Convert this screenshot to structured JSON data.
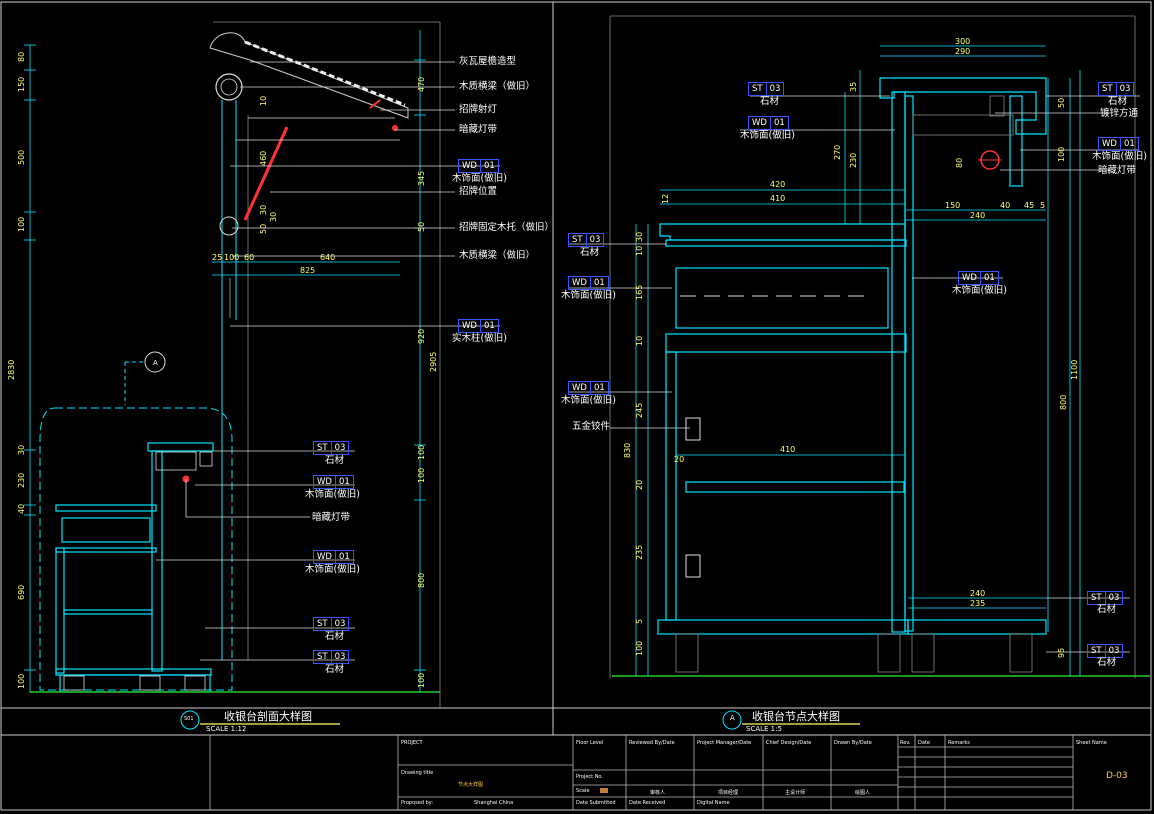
{
  "left_labels": {
    "l1": "灰瓦屋檐造型",
    "l2": "木质横梁（做旧）",
    "l3": "招牌射灯",
    "l4": "暗藏灯带",
    "l5": "木饰面(做旧)",
    "l6": "招牌位置",
    "l7": "招牌固定木托（做旧）",
    "l8": "木质横梁（做旧）",
    "l9": "实木柱(做旧)",
    "l10": "石材",
    "l11": "木饰面(做旧)",
    "l12": "暗藏灯带",
    "l13": "木饰面(做旧)",
    "l14": "石材",
    "l15": "石材"
  },
  "right_labels": {
    "r1": "石材",
    "r2": "木饰面(做旧)",
    "r3": "石材",
    "r4": "镀锌方通",
    "r5": "木饰面(做旧)",
    "r6": "暗藏灯带",
    "r7": "石材",
    "r8": "木饰面(做旧)",
    "r9": "木饰面(做旧)",
    "r10": "木饰面(做旧)",
    "r11": "五金铰件",
    "r12": "石材",
    "r13": "石材"
  },
  "tags": {
    "st": "ST",
    "st_num": "03",
    "wd": "WD",
    "wd_num": "01"
  },
  "left_dims": {
    "v1": "80",
    "v2": "150",
    "v3": "500",
    "v4": "100",
    "v5": "2830",
    "v6": "30",
    "v7": "230",
    "v8": "40",
    "v9": "690",
    "v10": "100",
    "r1": "470",
    "r2": "345",
    "r3": "50",
    "r4": "920",
    "r5": "2905",
    "r6": "100",
    "r7": "100",
    "r8": "800",
    "r9": "100",
    "h1": "25",
    "h2": "100",
    "h3": "60",
    "h4": "640",
    "h5": "825",
    "s1": "10",
    "s2": "460",
    "s3": "30",
    "s4": "30",
    "s5": "50"
  },
  "right_dims": {
    "top1": "300",
    "top2": "290",
    "d35": "35",
    "d270": "270",
    "d230": "230",
    "w420": "420",
    "w410": "410",
    "w150": "150",
    "w40": "40",
    "w45": "45",
    "w5": "5",
    "w240": "240",
    "d50": "50",
    "d100": "100",
    "d80": "80",
    "d1100": "1100",
    "d800": "800",
    "l12": "12",
    "l30": "30",
    "l10": "10",
    "l165": "165",
    "l10b": "10",
    "l245": "245",
    "l830": "830",
    "l20": "20",
    "l235": "235",
    "l5": "5",
    "l100": "100",
    "w410b": "410",
    "w20": "20",
    "b240": "240",
    "b235": "235",
    "d95": "95"
  },
  "titles": {
    "left_title": "收银台剖面大样图",
    "left_scale": "SCALE 1:12",
    "left_bubble": "S01",
    "right_title": "收银台节点大样图",
    "right_scale": "SCALE 1:5",
    "right_bubble": "A",
    "sec_marker": "A"
  },
  "title_block": {
    "project": "PROJECT",
    "floor_level": "Floor Level",
    "reviewed_by": "Reviewed By/Date",
    "project_manager": "Project Manager/Date",
    "chief_design": "Chief Design/Date",
    "drawn_by": "Drawn By/Date",
    "rev": "Rev.",
    "date": "Date",
    "remarks": "Remarks",
    "sheet_name": "Sheet Name",
    "drawing_title": "Drawing title",
    "drawing_title_value": "节点大样图",
    "project_no": "Project No.",
    "scale": "Scale",
    "proposed_by": "Proposed by:",
    "proposed_value": "Shanghai China",
    "date_submitted": "Date Submitted",
    "date_received": "Date Received",
    "digital_name": "Digital Name",
    "sig1": "审核人",
    "sig2": "项目经理",
    "sig3": "主设计师",
    "sig4": "绘图人",
    "sheet_no": "D-03"
  },
  "colors": {
    "cyan": "#00e5ff",
    "yellow": "#ffff66",
    "white": "#ffffff",
    "red": "#ff3333",
    "green": "#22cc22",
    "blue": "#3355ff"
  }
}
